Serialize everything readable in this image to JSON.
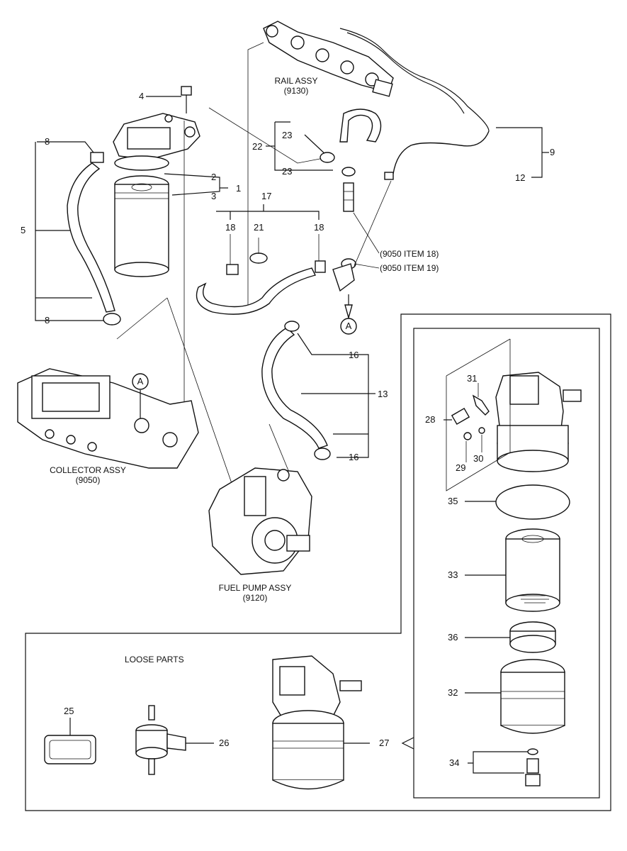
{
  "assemblies": {
    "rail": {
      "name": "RAIL ASSY",
      "code": "(9130)"
    },
    "collector": {
      "name": "COLLECTOR ASSY",
      "code": "(9050)"
    },
    "fuel_pump": {
      "name": "FUEL PUMP ASSY",
      "code": "(9120)"
    }
  },
  "notes": {
    "item18": "(9050 ITEM 18)",
    "item19": "(9050 ITEM 19)",
    "loose_parts": "LOOSE PARTS"
  },
  "reference_marker": "A",
  "callouts": {
    "n1": "1",
    "n2": "2",
    "n3": "3",
    "n4": "4",
    "n5": "5",
    "n8a": "8",
    "n8b": "8",
    "n9": "9",
    "n12": "12",
    "n13": "13",
    "n16a": "16",
    "n16b": "16",
    "n17": "17",
    "n18a": "18",
    "n18b": "18",
    "n21": "21",
    "n22": "22",
    "n23a": "23",
    "n23b": "23",
    "n25": "25",
    "n26": "26",
    "n27": "27",
    "n28": "28",
    "n29": "29",
    "n30": "30",
    "n31": "31",
    "n32": "32",
    "n33": "33",
    "n34": "34",
    "n35": "35",
    "n36": "36"
  }
}
